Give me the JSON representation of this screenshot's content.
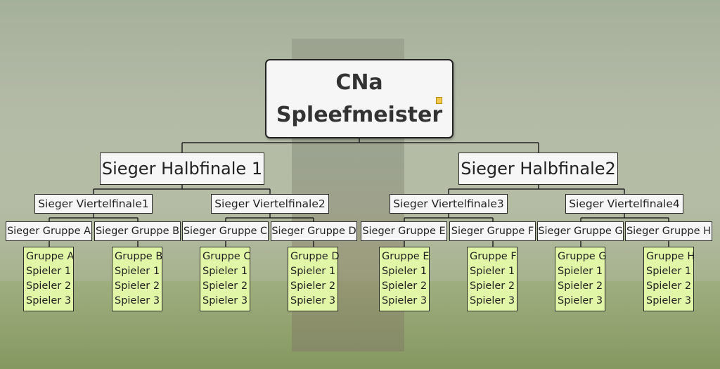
{
  "root": {
    "title_line1": "CNa",
    "title_line2": "Spleefmeister",
    "note_icon": "note-icon"
  },
  "semifinals": [
    "Sieger Halbfinale 1",
    "Sieger Halbfinale2"
  ],
  "quarterfinals": [
    "Sieger Viertelfinale1",
    "Sieger Viertelfinale2",
    "Sieger Viertelfinale3",
    "Sieger Viertelfinale4"
  ],
  "group_winners": [
    "Sieger Gruppe A",
    "Sieger Gruppe B",
    "Sieger Gruppe C",
    "Sieger Gruppe D",
    "Sieger Gruppe E",
    "Sieger Gruppe F",
    "Sieger Gruppe G",
    "Sieger Gruppe H"
  ],
  "groups": [
    {
      "name": "Gruppe A",
      "players": [
        "Spieler 1",
        "Spieler 2",
        "Spieler 3"
      ]
    },
    {
      "name": "Gruppe B",
      "players": [
        "Spieler 1",
        "Spieler 2",
        "Spieler 3"
      ]
    },
    {
      "name": "Gruppe C",
      "players": [
        "Spieler 1",
        "Spieler 2",
        "Spieler 3"
      ]
    },
    {
      "name": "Gruppe D",
      "players": [
        "Spieler 1",
        "Spieler 2",
        "Spieler 3"
      ]
    },
    {
      "name": "Gruppe E",
      "players": [
        "Spieler 1",
        "Spieler 2",
        "Spieler 3"
      ]
    },
    {
      "name": "Gruppe F",
      "players": [
        "Spieler 1",
        "Spieler 2",
        "Spieler 3"
      ]
    },
    {
      "name": "Gruppe G",
      "players": [
        "Spieler 1",
        "Spieler 2",
        "Spieler 3"
      ]
    },
    {
      "name": "Gruppe H",
      "players": [
        "Spieler 1",
        "Spieler 2",
        "Spieler 3"
      ]
    }
  ],
  "colors": {
    "leaf_fill": "#e1f7a7",
    "node_fill": "#f6f6f6",
    "border": "#2b2b2b"
  }
}
